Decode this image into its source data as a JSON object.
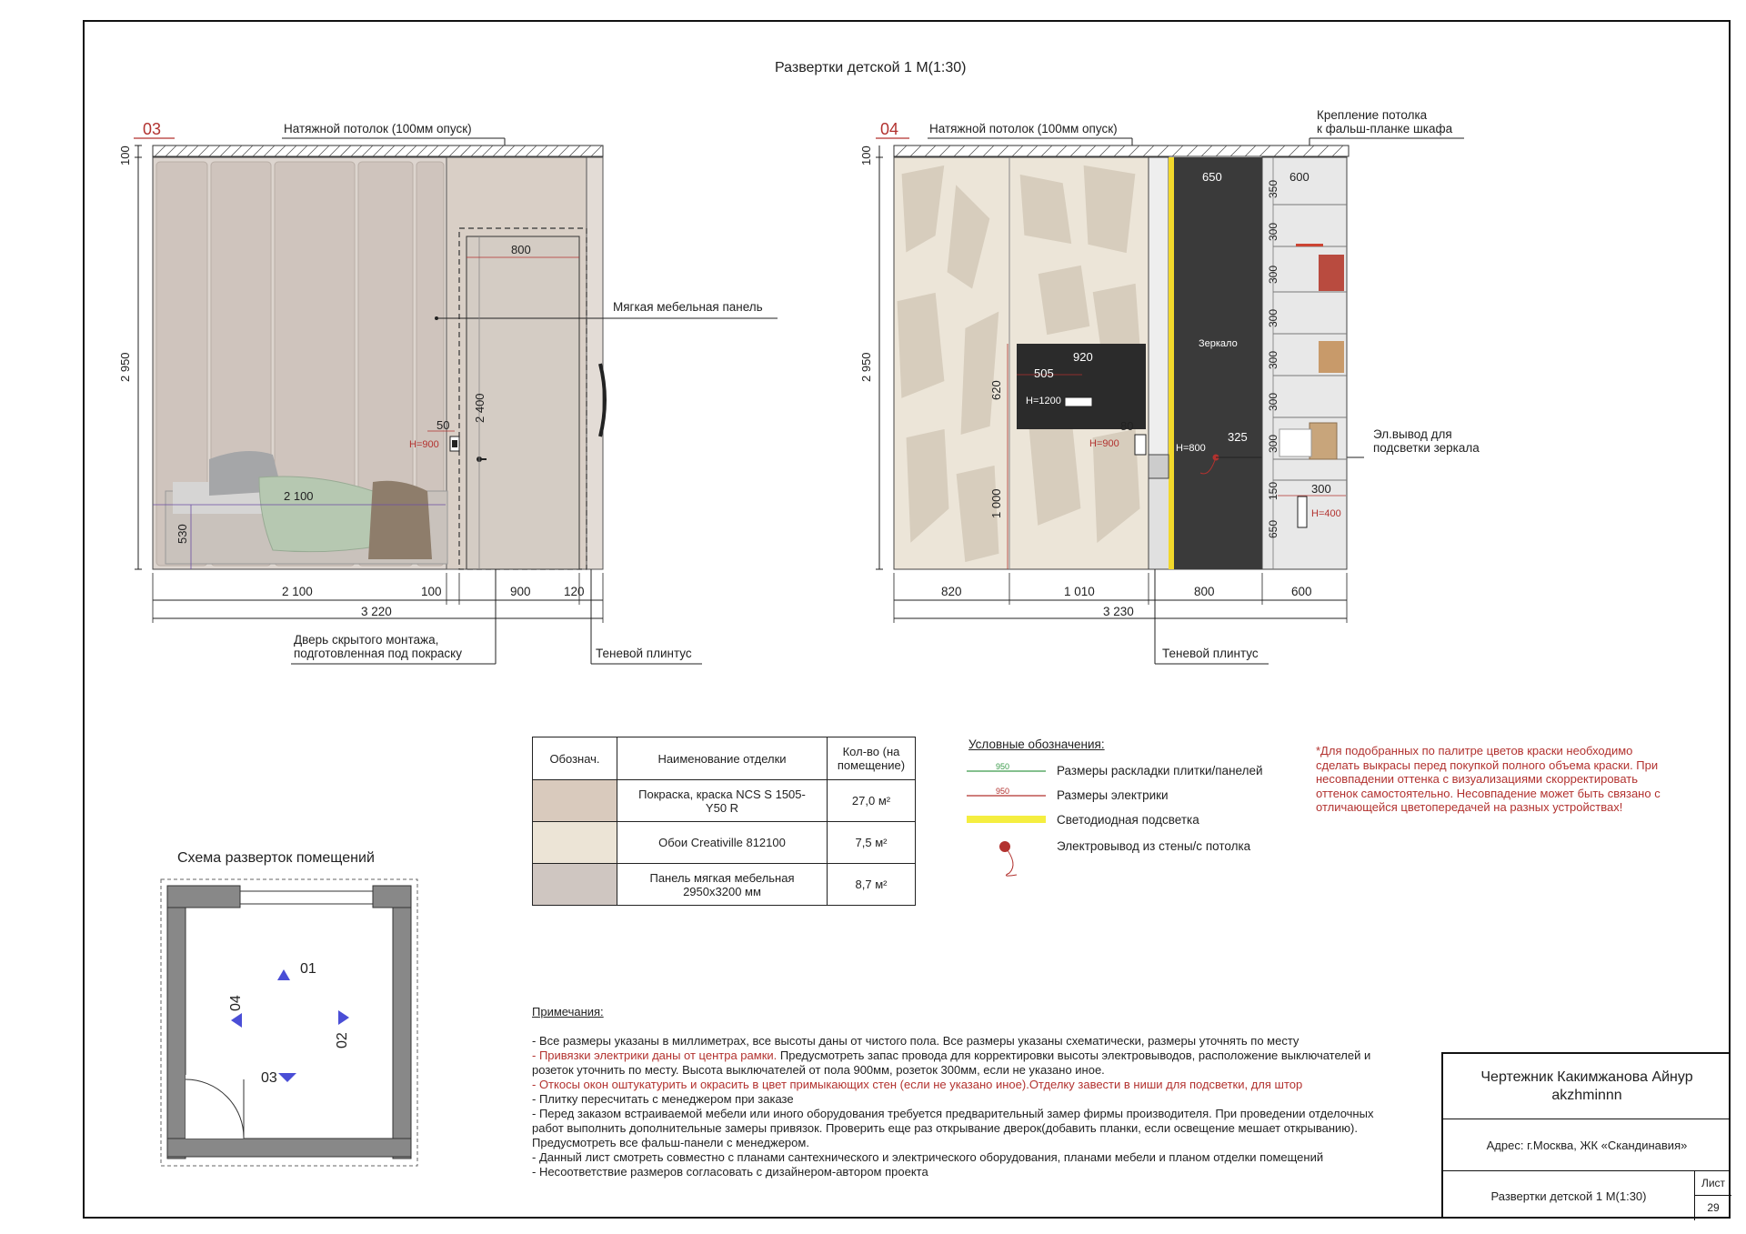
{
  "title": "Развертки детской 1 М(1:30)",
  "elevation_03": {
    "label": "03",
    "ceiling": "Натяжной потолок (100мм опуск)",
    "panel": "Мягкая мебельная панель",
    "door_label_1": "Дверь скрытого монтажа,",
    "door_label_2": "подготовленная под покраску",
    "skirting": "Теневой плинтус",
    "v_100": "100",
    "v_2950": "2 950",
    "door_h": "2 400",
    "door_w": "800",
    "bed_w": "2 100",
    "bed_h": "530",
    "sw_off": "50",
    "sw_h": "H=900",
    "d_2100": "2 100",
    "d_100": "100",
    "d_900": "900",
    "d_120": "120",
    "total": "3 220"
  },
  "elevation_04": {
    "label": "04",
    "ceiling": "Натяжной потолок (100мм опуск)",
    "mount_1": "Крепление потолка",
    "mount_2": "к фальш-планке шкафа",
    "mirror": "Зеркало",
    "mirror_out_1": "Эл.вывод для",
    "mirror_out_2": "подсветки зеркала",
    "skirting": "Теневой плинтус",
    "v_100": "100",
    "v_2950": "2 950",
    "tv_w": "920",
    "tv_off": "505",
    "tv_h": "H=1200",
    "v_620": "620",
    "v_1000": "1 000",
    "sw_off": "80",
    "sw_h": "H=900",
    "mirror_h": "H=800",
    "mirror_off": "325",
    "w_650": "650",
    "w_600": "600",
    "shelves": [
      "350",
      "300",
      "300",
      "300",
      "300",
      "300",
      "300",
      "150",
      "650"
    ],
    "sock_w": "300",
    "sock_h": "H=400",
    "d_820": "820",
    "d_1010": "1 010",
    "d_800": "800",
    "d_600": "600",
    "total": "3 230"
  },
  "finish_table": {
    "headers": [
      "Обознач.",
      "Наименование отделки",
      "Кол-во (на помещение)"
    ],
    "rows": [
      {
        "name": "Покраска, краска NCS S 1505- Y50 R",
        "qty": "27,0 м²",
        "swatch": "#d9cabd"
      },
      {
        "name": "Обои Creativille 812100",
        "qty": "7,5 м²",
        "swatch": "#ece4d6"
      },
      {
        "name": "Панель мягкая мебельная 2950x3200 мм",
        "qty": "8,7 м²",
        "swatch": "#cfc6c1"
      }
    ]
  },
  "legend": {
    "title": "Условные обозначения:",
    "sample": "950",
    "items": [
      "Размеры раскладки плитки/панелей",
      "Размеры электрики",
      "Светодиодная подсветка",
      "Электровывод из стены/с потолка"
    ]
  },
  "paint_note": "*Для подобранных по палитре цветов краски необходимо сделать выкрасы перед покупкой полного объема краски. При несовпадении оттенка с визуализациями скорректировать оттенок самостоятельно. Несовпадение может быть связано с отличающейся цветопередачей на разных устройствах!",
  "scheme": {
    "title": "Схема разверток помещений",
    "m01": "01",
    "m02": "02",
    "m03": "03",
    "m04": "04"
  },
  "notes": {
    "title": "Примечания:",
    "l1": "- Все размеры указаны в миллиметрах, все высоты даны от чистого пола. Все размеры указаны схематически, размеры уточнять по месту",
    "l2_red": "- Привязки электрики даны от центра рамки.",
    "l2": " Предусмотреть запас провода для корректировки высоты электровыводов, расположение выключателей и розеток уточнить по месту. Высота выключателей от пола 900мм, розеток 300мм, если не указано иное.",
    "l3_red": "- Откосы окон оштукатурить и окрасить в цвет примыкающих стен (если не указано иное).Отделку завести в ниши для подсветки, для штор",
    "l4": "- Плитку пересчитать с менеджером при заказе",
    "l5": "- Перед заказом встраиваемой мебели или иного оборудования требуется предварительный замер фирмы производителя. При проведении отделочных работ выполнить дополнительные замеры привязок. Проверить еще раз открывание дверок(добавить планки, если освещение мешает открыванию). Предусмотреть все фальш-панели с менеджером.",
    "l6": "- Данный лист смотреть совместно с планами сантехнического и электрического оборудования, планами мебели и планом отделки помещений",
    "l7": "- Несоответствие размеров согласовать с дизайнером-автором проекта"
  },
  "stamp": {
    "author": "Чертежник Какимжанова Айнур akzhminnn",
    "address": "Адрес: г.Москва, ЖК «Скандинавия»",
    "sheet_title": "Развертки детской 1 М(1:30)",
    "sheet_label": "Лист",
    "sheet_no": "29"
  }
}
